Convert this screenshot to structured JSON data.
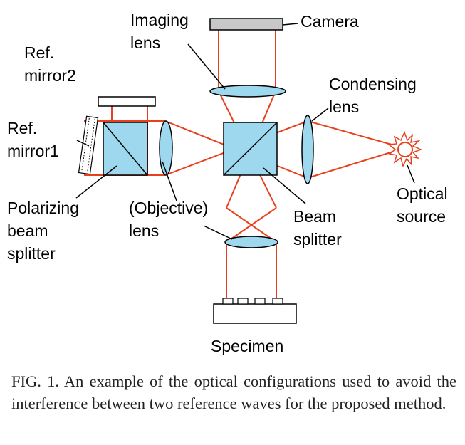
{
  "labels": {
    "imaging_lens": [
      "Imaging",
      "lens"
    ],
    "camera": "Camera",
    "ref_mirror2": [
      "Ref.",
      "mirror2"
    ],
    "condensing_lens": [
      "Condensing",
      "lens"
    ],
    "ref_mirror1": [
      "Ref.",
      "mirror1"
    ],
    "optical_source": [
      "Optical",
      "source"
    ],
    "polarizing_beam_splitter": [
      "Polarizing",
      "beam",
      "splitter"
    ],
    "objective_lens": [
      "(Objective)",
      "lens"
    ],
    "beam_splitter": [
      "Beam",
      "splitter"
    ],
    "specimen": "Specimen"
  },
  "caption": "FIG. 1. An example of the optical configurations used to avoid the interference between two reference waves for the proposed method.",
  "colors": {
    "beam": "#e8401c",
    "optics_fill": "#9ed8ee",
    "outline": "#000000",
    "camera": "#c8c8c8",
    "source": "#e8401c"
  }
}
